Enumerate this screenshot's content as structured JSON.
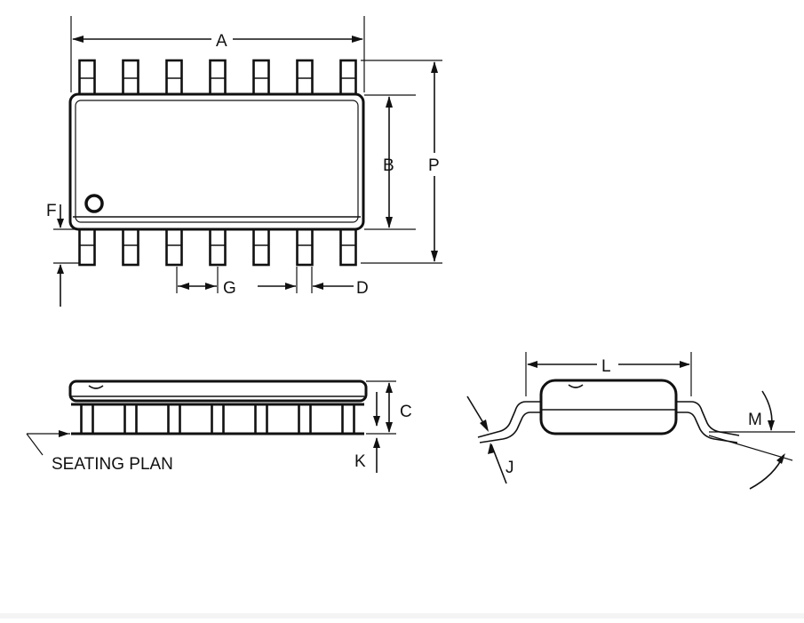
{
  "labels": {
    "A": "A",
    "B": "B",
    "C": "C",
    "D": "D",
    "F": "F",
    "G": "G",
    "J": "J",
    "K": "K",
    "L": "L",
    "M": "M",
    "P": "P",
    "seating_plane": "SEATING PLAN"
  },
  "pins_per_side": 7
}
